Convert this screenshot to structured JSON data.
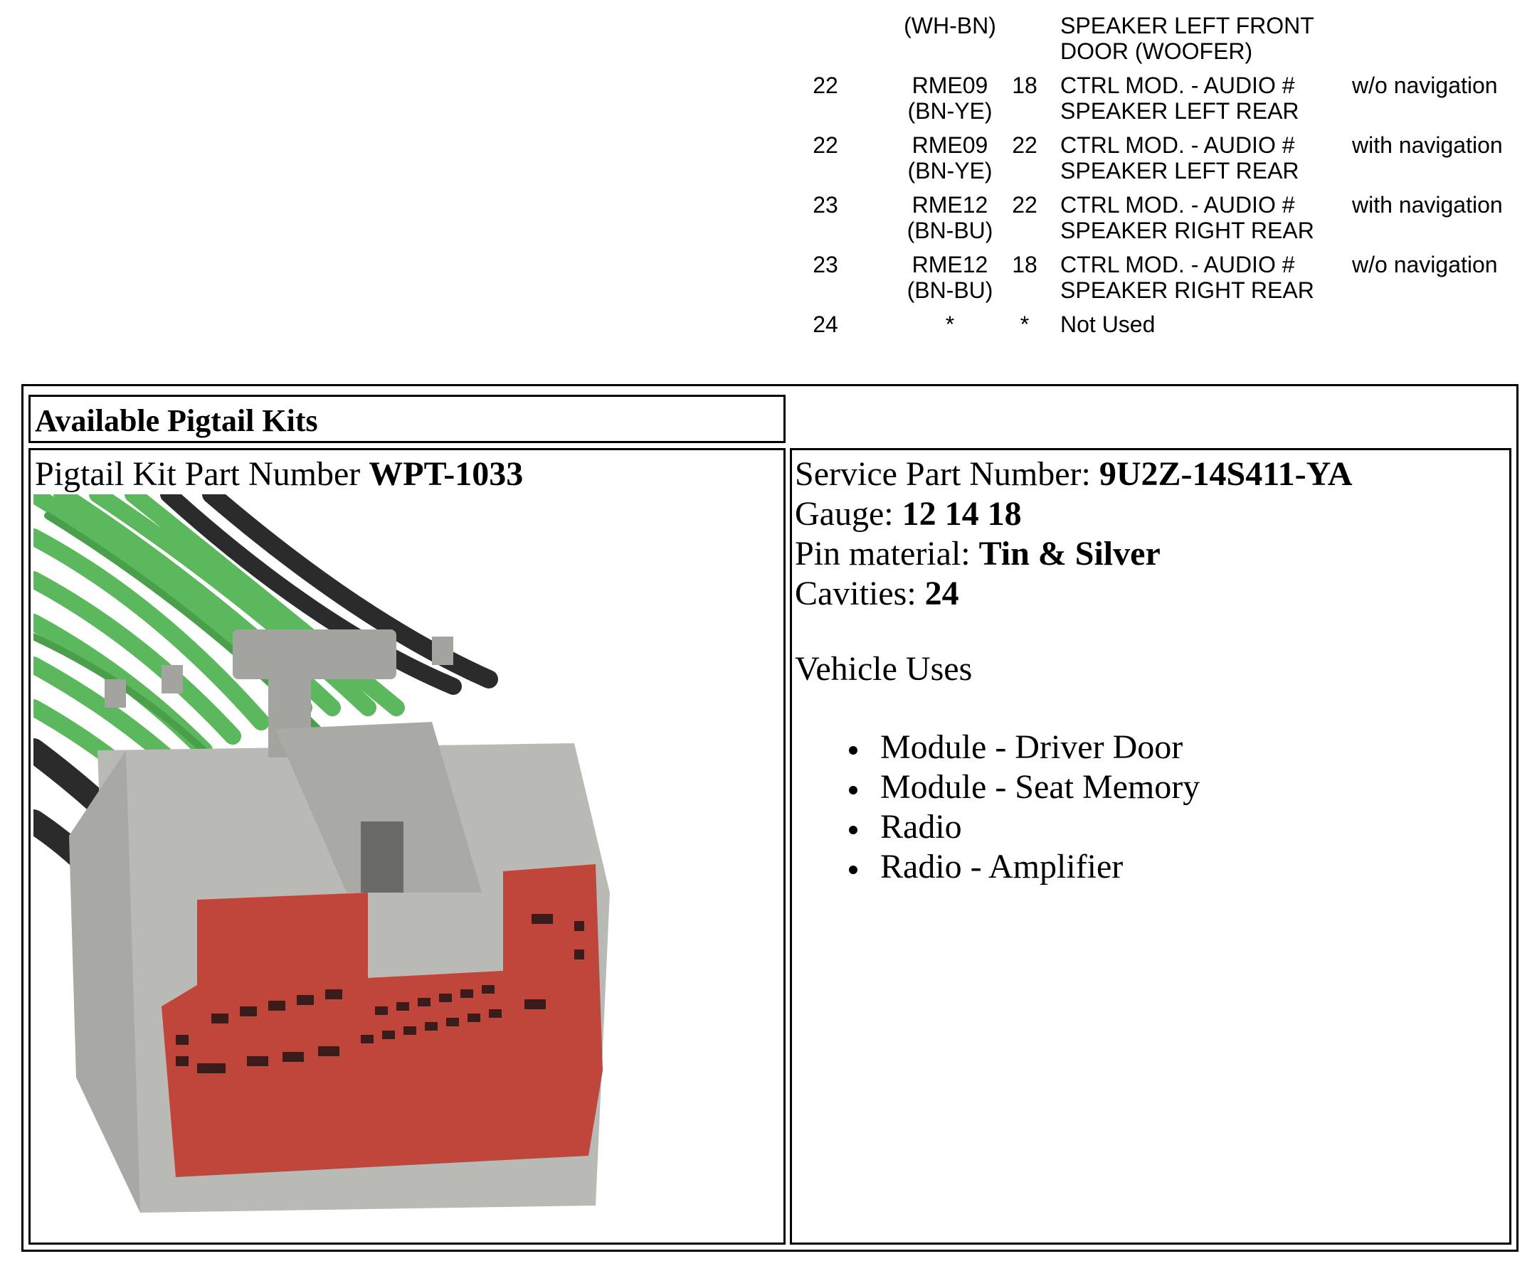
{
  "pin_table": {
    "rows": [
      {
        "cavity": "",
        "circuit": "(WH-BN)",
        "gauge": "",
        "description": "SPEAKER LEFT FRONT\nDOOR (WOOFER)",
        "note": ""
      },
      {
        "cavity": "22",
        "circuit": "RME09\n(BN-YE)",
        "gauge": "18",
        "description": "CTRL MOD. - AUDIO #\nSPEAKER LEFT REAR",
        "note": "w/o navigation"
      },
      {
        "cavity": "22",
        "circuit": "RME09\n(BN-YE)",
        "gauge": "22",
        "description": "CTRL MOD. - AUDIO #\nSPEAKER LEFT REAR",
        "note": "with navigation"
      },
      {
        "cavity": "23",
        "circuit": "RME12\n(BN-BU)",
        "gauge": "22",
        "description": "CTRL MOD. - AUDIO #\nSPEAKER RIGHT REAR",
        "note": "with navigation"
      },
      {
        "cavity": "23",
        "circuit": "RME12\n(BN-BU)",
        "gauge": "18",
        "description": "CTRL MOD. - AUDIO #\nSPEAKER RIGHT REAR",
        "note": "w/o navigation"
      },
      {
        "cavity": "24",
        "circuit": "*",
        "gauge": "*",
        "description": "Not Used",
        "note": ""
      }
    ]
  },
  "kits": {
    "heading": "Available Pigtail Kits",
    "kit_label": "Pigtail Kit Part Number ",
    "kit_number": "WPT-1033",
    "service_part_label": "Service Part Number: ",
    "service_part_value": "9U2Z-14S411-YA",
    "gauge_label": "Gauge: ",
    "gauge_value": "12 14 18",
    "pin_material_label": "Pin material: ",
    "pin_material_value": "Tin & Silver",
    "cavities_label": "Cavities: ",
    "cavities_value": "24",
    "vehicle_uses_title": "Vehicle Uses",
    "vehicle_uses": [
      "Module - Driver Door",
      "Module - Seat Memory",
      "Radio",
      "Radio - Amplifier"
    ]
  },
  "colors": {
    "wire_green": "#5cb85c",
    "wire_black": "#2b2b2b",
    "housing_gray": "#b9bab6",
    "terminal_red": "#c0463c"
  }
}
